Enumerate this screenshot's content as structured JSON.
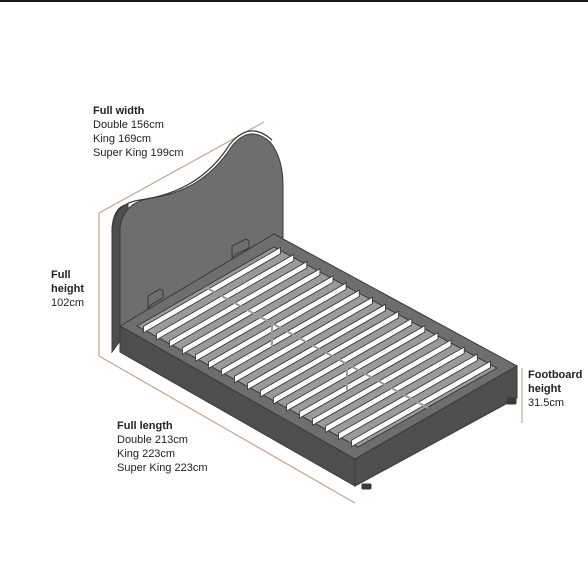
{
  "colors": {
    "background": "#ffffff",
    "dimension_line": "#c9a48d",
    "bed_fill": "#6e6e6e",
    "bed_dark": "#4e4e4e",
    "bed_light": "#9a9a9a",
    "slat_fill": "#ffffff",
    "outline": "#3a3a3a",
    "text": "#222222"
  },
  "labels": {
    "full_width": {
      "heading": "Full width",
      "lines": [
        "Double 156cm",
        "King 169cm",
        "Super King 199cm"
      ]
    },
    "full_height": {
      "heading_1": "Full",
      "heading_2": "height",
      "lines": [
        "102cm"
      ]
    },
    "footboard_height": {
      "heading_1": "Footboard",
      "heading_2": "height",
      "lines": [
        "31.5cm"
      ]
    },
    "full_length": {
      "heading": "Full length",
      "lines": [
        "Double 213cm",
        "King 223cm",
        "Super King 223cm"
      ]
    }
  }
}
